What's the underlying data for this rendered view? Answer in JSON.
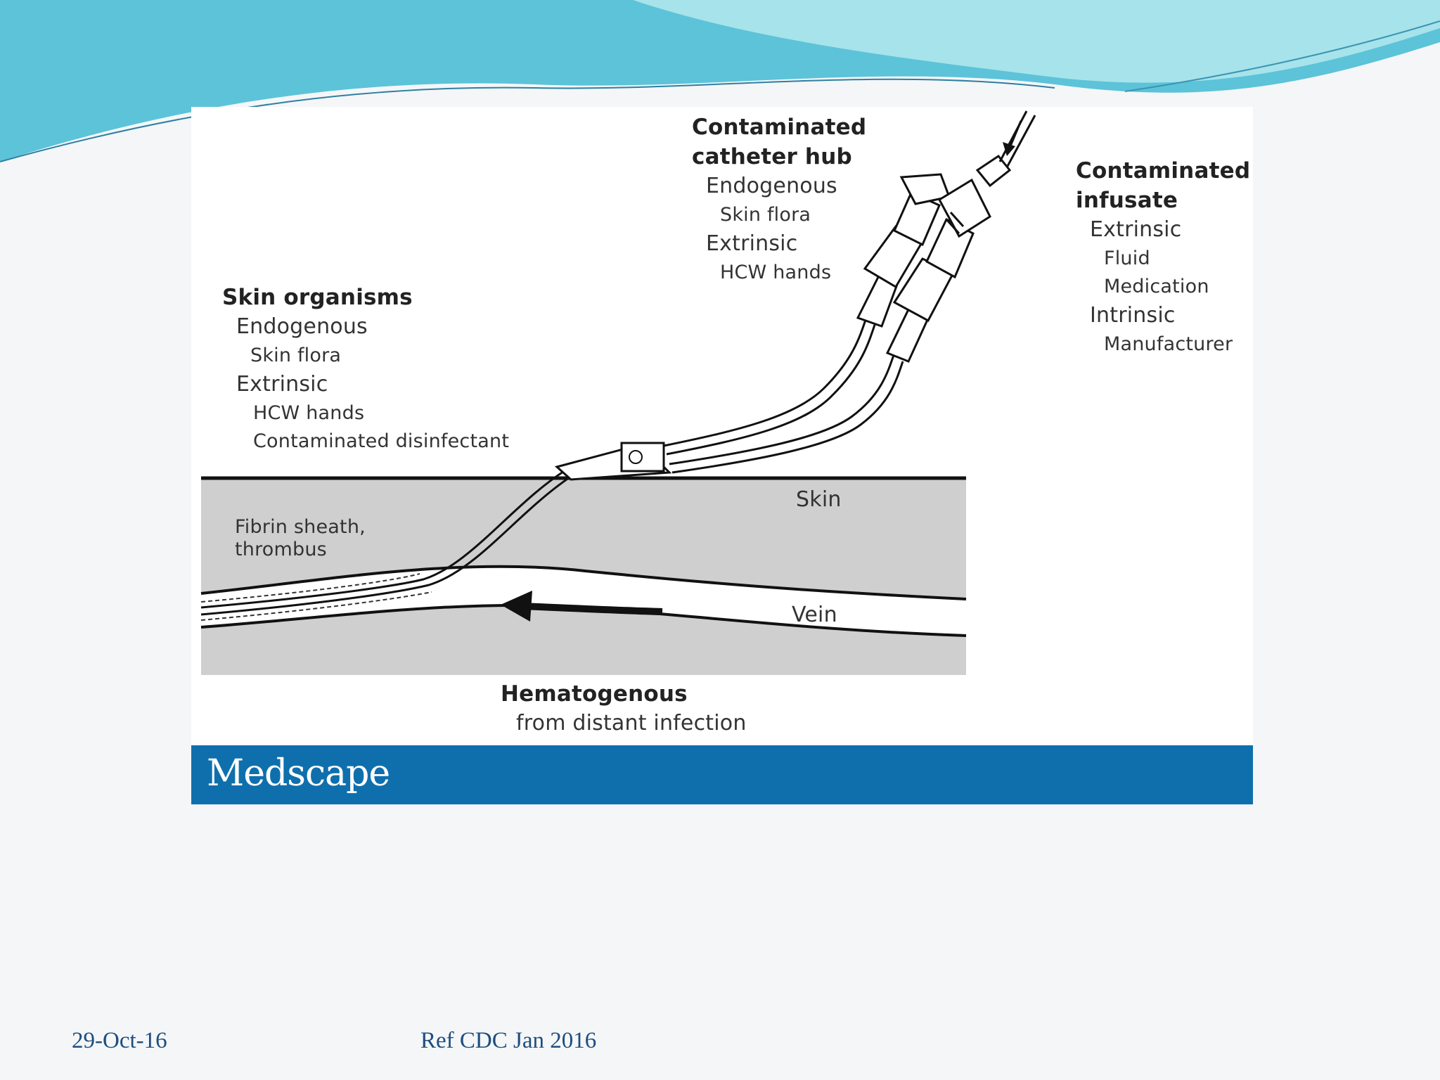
{
  "colors": {
    "wave_light": "#a7e3ea",
    "wave_dark": "#5cc3d9",
    "brand_bar": "#0f6fad",
    "skin_tissue": "#cfcfcf"
  },
  "labels": {
    "hub_title_1": "Contaminated",
    "hub_title_2": "catheter  hub",
    "hub_endogenous": "Endogenous",
    "hub_skin_flora": "Skin flora",
    "hub_extrinsic": "Extrinsic",
    "hub_hcw_hands": "HCW hands",
    "infusate_title_1": "Contaminated",
    "infusate_title_2": "infusate",
    "infusate_extrinsic": "Extrinsic",
    "infusate_fluid": "Fluid",
    "infusate_medication": "Medication",
    "infusate_intrinsic": "Intrinsic",
    "infusate_manufacturer": "Manufacturer",
    "skin_title": "Skin organisms",
    "skin_endogenous": "Endogenous",
    "skin_skin_flora": "Skin flora",
    "skin_extrinsic": "Extrinsic",
    "skin_hcw_hands": "HCW hands",
    "skin_disinfectant": "Contaminated  disinfectant",
    "skin_layer": "Skin",
    "fibrin_1": "Fibrin sheath,",
    "fibrin_2": "thrombus",
    "vein": "Vein",
    "hemato_title": "Hematogenous",
    "hemato_sub": "from distant infection"
  },
  "brand": "Medscape",
  "footer": {
    "date": "29-Oct-16",
    "reference": "Ref CDC Jan 2016"
  }
}
